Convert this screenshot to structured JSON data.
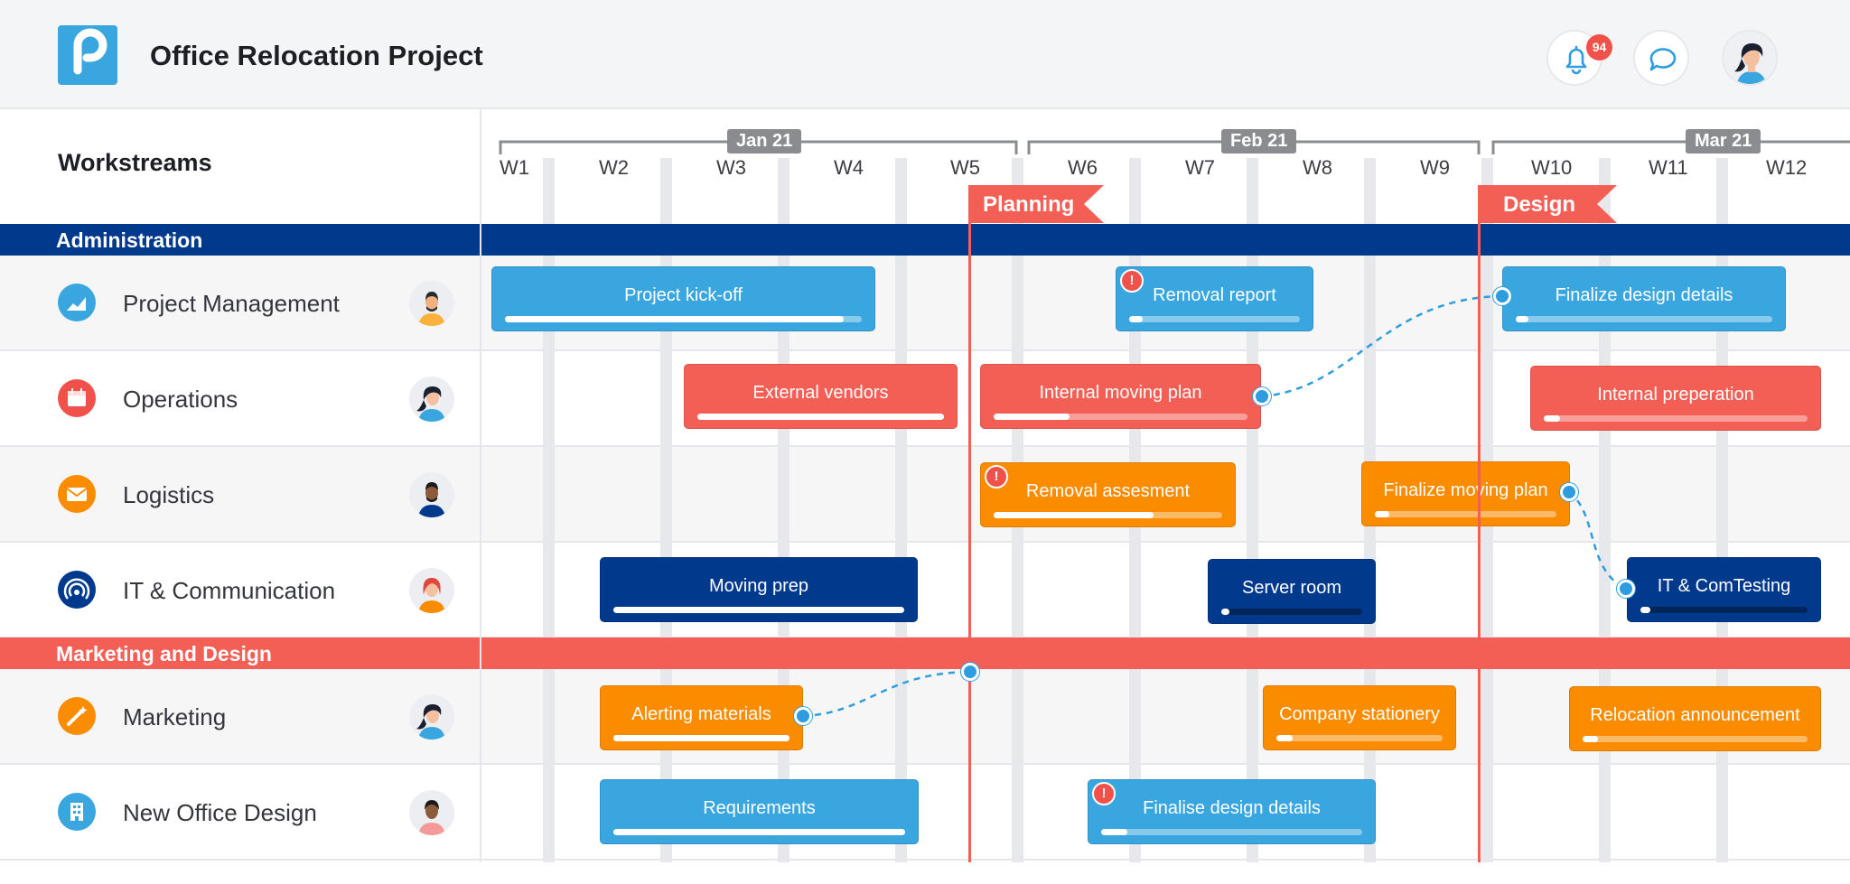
{
  "header": {
    "title": "Office Relocation Project",
    "notification_count": "94",
    "logo_icon": "p-logo-icon",
    "bell_icon": "bell-icon",
    "chat_icon": "chat-bubble-icon"
  },
  "sidebar": {
    "title": "Workstreams"
  },
  "timeline": {
    "months": [
      {
        "label": "Jan 21"
      },
      {
        "label": "Feb 21"
      },
      {
        "label": "Mar 21"
      }
    ],
    "weeks": [
      "W1",
      "W2",
      "W3",
      "W4",
      "W5",
      "W6",
      "W7",
      "W8",
      "W9",
      "W10",
      "W11",
      "W12"
    ]
  },
  "milestones": [
    {
      "label": "Planning",
      "color": "#f45f55"
    },
    {
      "label": "Design",
      "color": "#f45f55"
    }
  ],
  "groups": [
    {
      "label": "Administration",
      "color": "#013a8d"
    },
    {
      "label": "Marketing and Design",
      "color": "#f45f55"
    }
  ],
  "rows": [
    {
      "label": "Project Management",
      "icon": "chart-icon",
      "color": "#3aa6e0"
    },
    {
      "label": "Operations",
      "icon": "calendar-icon",
      "color": "#f0524b"
    },
    {
      "label": "Logistics",
      "icon": "envelope-icon",
      "color": "#fb8c00"
    },
    {
      "label": "IT & Communication",
      "icon": "broadcast-icon",
      "color": "#013a8d"
    },
    {
      "label": "Marketing",
      "icon": "magic-wand-icon",
      "color": "#fb8c00"
    },
    {
      "label": "New Office Design",
      "icon": "building-icon",
      "color": "#3aa6e0"
    }
  ],
  "tasks": [
    {
      "label": "Project kick-off",
      "progress": 0.95,
      "color": "#3aa6e0",
      "alert": false
    },
    {
      "label": "Removal report",
      "progress": 0.08,
      "color": "#3aa6e0",
      "alert": true
    },
    {
      "label": "Finalize design details",
      "progress": 0.05,
      "color": "#3aa6e0",
      "alert": false
    },
    {
      "label": "External vendors",
      "progress": 1.0,
      "color": "#f45f55",
      "alert": false
    },
    {
      "label": "Internal moving plan",
      "progress": 0.3,
      "color": "#f45f55",
      "alert": false
    },
    {
      "label": "Internal preperation",
      "progress": 0.06,
      "color": "#f45f55",
      "alert": false
    },
    {
      "label": "Removal assesment",
      "progress": 0.7,
      "color": "#fb8c00",
      "alert": true
    },
    {
      "label": "Finalize moving plan",
      "progress": 0.08,
      "color": "#fb8c00",
      "alert": false
    },
    {
      "label": "Moving prep",
      "progress": 1.0,
      "color": "#013a8d",
      "alert": false
    },
    {
      "label": "Server room",
      "progress": 0.06,
      "color": "#013a8d",
      "alert": false
    },
    {
      "label": "IT & ComTesting",
      "progress": 0.06,
      "color": "#013a8d",
      "alert": false
    },
    {
      "label": "Alerting materials",
      "progress": 1.0,
      "color": "#fb8c00",
      "alert": false
    },
    {
      "label": "Company stationery",
      "progress": 0.1,
      "color": "#fb8c00",
      "alert": false
    },
    {
      "label": "Relocation announcement",
      "progress": 0.07,
      "color": "#fb8c00",
      "alert": false
    },
    {
      "label": "Requirements",
      "progress": 1.0,
      "color": "#3aa6e0",
      "alert": false
    },
    {
      "label": "Finalise design details",
      "progress": 0.1,
      "color": "#3aa6e0",
      "alert": true
    }
  ]
}
